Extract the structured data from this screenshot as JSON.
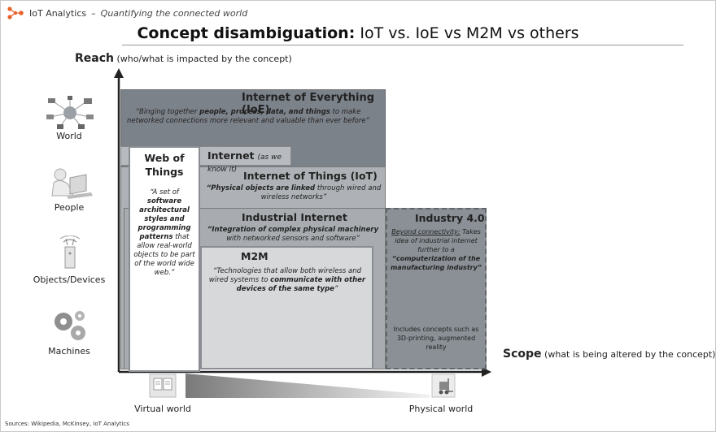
{
  "header": {
    "brand": "IoT Analytics",
    "tagline": "Quantifying the connected world",
    "title_bold": "Concept disambiguation:",
    "title_rest": "IoT vs. IoE vs M2M vs others"
  },
  "axes": {
    "y_bold": "Reach",
    "y_rest": "(who/what is impacted by the concept)",
    "x_bold": "Scope",
    "x_rest": "(what is being altered by the concept)"
  },
  "categories": [
    {
      "label": "World",
      "icon": "network-globe-icon"
    },
    {
      "label": "People",
      "icon": "person-laptop-icon"
    },
    {
      "label": "Objects/Devices",
      "icon": "wireless-router-icon"
    },
    {
      "label": "Machines",
      "icon": "gears-icon"
    }
  ],
  "boxes": {
    "ioe": {
      "title": "Internet of Everything (IoE)",
      "desc_1": "“Binging together ",
      "desc_2": "people, process, data, and things",
      "desc_3": " to make networked connections more relevant and valuable than ever before”"
    },
    "internet": {
      "title": "Internet",
      "note": "(as we know it)"
    },
    "iot": {
      "title": "Internet of Things (IoT)",
      "desc_bold": "“Physical objects are linked",
      "desc_rest": " through wired and wireless networks”"
    },
    "industrial": {
      "title": "Industrial Internet",
      "desc_bold": "“Integration of complex physical machinery",
      "desc_rest": " with networked sensors and software”"
    },
    "m2m": {
      "title": "M2M",
      "desc_1": "“Technologies that allow both wireless and wired systems to ",
      "desc_bold": "communicate with other devices of the same type",
      "desc_3": "”"
    },
    "industry40": {
      "title": "Industry 4.0",
      "desc_u": "Beyond connectivity:",
      "desc_1": " Takes idea of industrial internet further to a ",
      "desc_bold": "“computerization of the manufacturing industry”",
      "note": "Includes concepts such as 3D-printing, augmented reality"
    },
    "wot": {
      "title": "Web of Things",
      "desc_1": "“A set of ",
      "desc_bold": "software architectural styles and programming patterns",
      "desc_3": " that allow real-world objects to be part of the world wide web.”"
    }
  },
  "bottom": {
    "virtual": "Virtual world",
    "physical": "Physical world",
    "virtual_icon": "documents-icon",
    "physical_icon": "forklift-icon"
  },
  "sources": "Sources: Wikipedia, McKinsey, IoT Analytics",
  "colors": {
    "ioe": "#7c828a",
    "internet": "#b7bbc0",
    "iot": "#aeb2b6",
    "industrial": "#a8acb0",
    "m2m": "#d6d8da",
    "industry40": "#8a9096",
    "wot": "#ffffff",
    "brand_accent": "#e8632b"
  }
}
